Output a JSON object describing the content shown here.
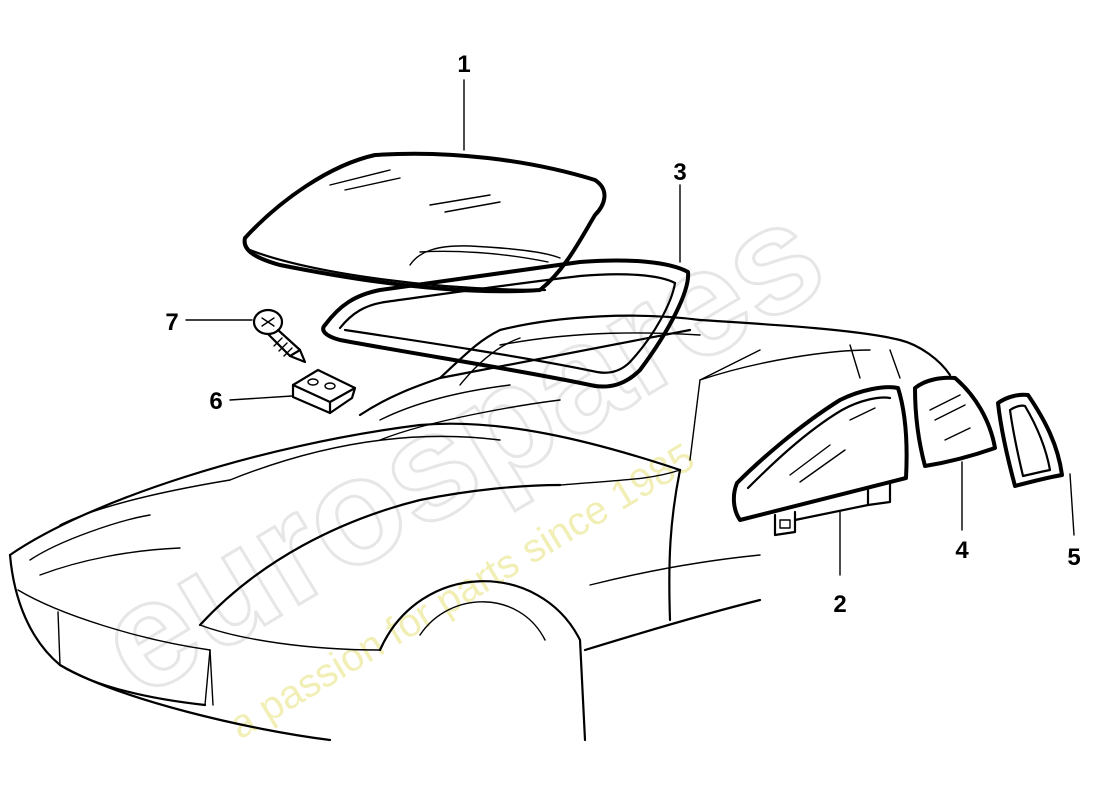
{
  "watermark": {
    "brand": "eurospares",
    "tagline": "a passion for parts since 1985"
  },
  "callouts": [
    {
      "id": "1",
      "label": "1"
    },
    {
      "id": "2",
      "label": "2"
    },
    {
      "id": "3",
      "label": "3"
    },
    {
      "id": "4",
      "label": "4"
    },
    {
      "id": "5",
      "label": "5"
    },
    {
      "id": "6",
      "label": "6"
    },
    {
      "id": "7",
      "label": "7"
    }
  ]
}
